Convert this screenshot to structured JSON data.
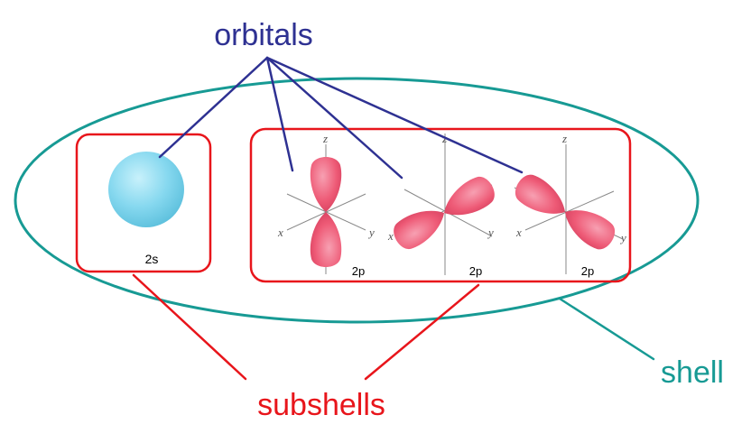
{
  "labels": {
    "orbitals": "orbitals",
    "shell": "shell",
    "subshells": "subshells"
  },
  "subshell_s": {
    "orbital_label": "2s"
  },
  "subshell_p": {
    "orbitals": [
      {
        "label": "2p",
        "axis_x": "x",
        "axis_y": "y",
        "axis_z": "z"
      },
      {
        "label": "2p",
        "axis_x": "x",
        "axis_y": "y",
        "axis_z": "z"
      },
      {
        "label": "2p",
        "axis_x": "x",
        "axis_y": "y",
        "axis_z": "z"
      }
    ]
  },
  "colors": {
    "orbitals_label": "#2e3192",
    "orbital_lines": "#2e3192",
    "shell": "#179a94",
    "subshell": "#e8151b",
    "s_orbital": "#7fd6ee",
    "p_orbital": "#ee5a76"
  }
}
